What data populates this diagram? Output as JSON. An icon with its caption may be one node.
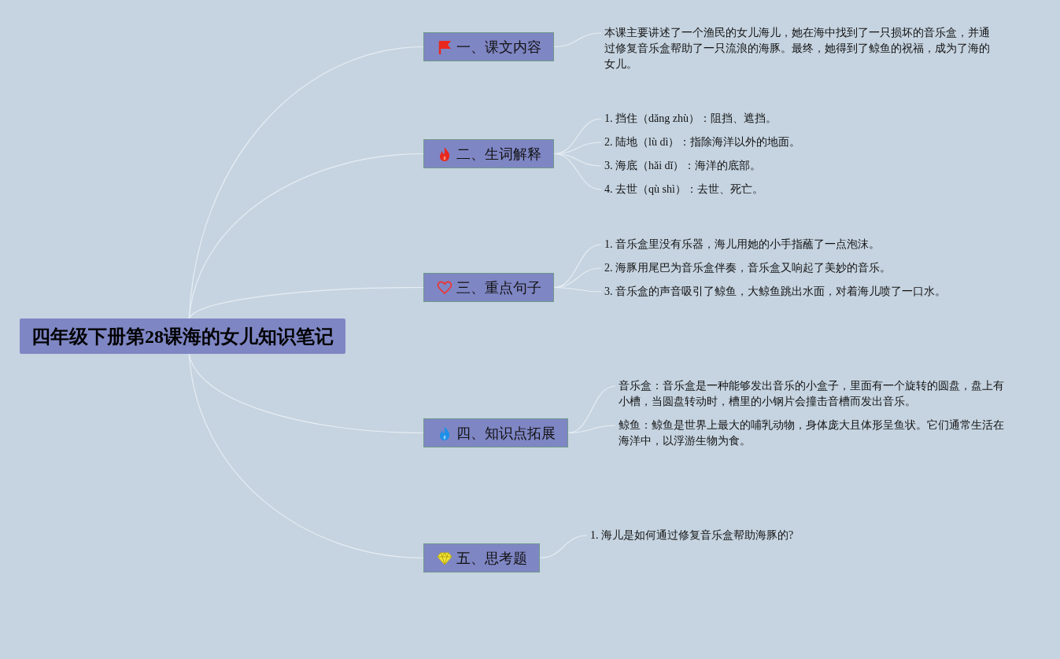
{
  "diagram": {
    "nodes": [
      {
        "text": [
          "四年级下册第28课海的女儿知识笔记"
        ]
      },
      {
        "text": [
          "一、课文内容"
        ]
      },
      {
        "text": [
          "二、生词解释"
        ]
      },
      {
        "text": [
          "三、重点句子"
        ]
      },
      {
        "text": [
          "四、知识点拓展"
        ]
      },
      {
        "text": [
          "五、思考题"
        ]
      },
      {
        "text": [
          "本课主要讲述了一个渔民的女儿海儿，她在海中找到了一只损坏的音乐盒，并通过修复音乐盒帮助了一只流浪的海豚。最终，她得到了鲸鱼的祝福，成为了海的女儿。"
        ]
      },
      {
        "text": [
          "1. 挡住（dǎng zhù）：阻挡、遮挡。"
        ]
      },
      {
        "text": [
          "2. 陆地（lù dì）：指除海洋以外的地面。"
        ]
      },
      {
        "text": [
          "3. 海底（hǎi dǐ）：海洋的底部。"
        ]
      },
      {
        "text": [
          "4. 去世（qù shì）：去世、死亡。"
        ]
      },
      {
        "text": [
          "1. 音乐盒里没有乐器，海儿用她的小手指蘸了一点泡沫。"
        ]
      },
      {
        "text": [
          "2. 海豚用尾巴为音乐盒伴奏，音乐盒又响起了美妙的音乐。"
        ]
      },
      {
        "text": [
          "3. 音乐盒的声音吸引了鲸鱼，大鲸鱼跳出水面，对着海儿喷了一口水。"
        ]
      },
      {
        "text": [
          "音乐盒：音乐盒是一种能够发出音乐的小盒子，里面有一个旋转的圆盘，盘上有小槽，当圆盘转动时，槽里的小钢片会撞击音槽而发出音乐。"
        ]
      },
      {
        "text": [
          "鲸鱼：鲸鱼是世界上最大的哺乳动物，身体庞大且体形呈鱼状。它们通常生活在海洋中，以浮游生物为食。"
        ]
      },
      {
        "text": [
          "1. 海儿是如何通过修复音乐盒帮助海豚的?"
        ]
      }
    ],
    "edges": [
      {
        "from": 0,
        "to": 1,
        "arrow": "none"
      },
      {
        "from": 0,
        "to": 2,
        "arrow": "none"
      },
      {
        "from": 0,
        "to": 3,
        "arrow": "none"
      },
      {
        "from": 0,
        "to": 4,
        "arrow": "none"
      },
      {
        "from": 0,
        "to": 5,
        "arrow": "none"
      },
      {
        "from": 1,
        "to": 6,
        "arrow": "none"
      },
      {
        "from": 2,
        "to": 7,
        "arrow": "none"
      },
      {
        "from": 2,
        "to": 8,
        "arrow": "none"
      },
      {
        "from": 2,
        "to": 9,
        "arrow": "none"
      },
      {
        "from": 2,
        "to": 10,
        "arrow": "none"
      },
      {
        "from": 3,
        "to": 11,
        "arrow": "none"
      },
      {
        "from": 3,
        "to": 12,
        "arrow": "none"
      },
      {
        "from": 3,
        "to": 13,
        "arrow": "none"
      },
      {
        "from": 4,
        "to": 14,
        "arrow": "none"
      },
      {
        "from": 4,
        "to": 15,
        "arrow": "none"
      },
      {
        "from": 5,
        "to": 16,
        "arrow": "none"
      }
    ]
  }
}
